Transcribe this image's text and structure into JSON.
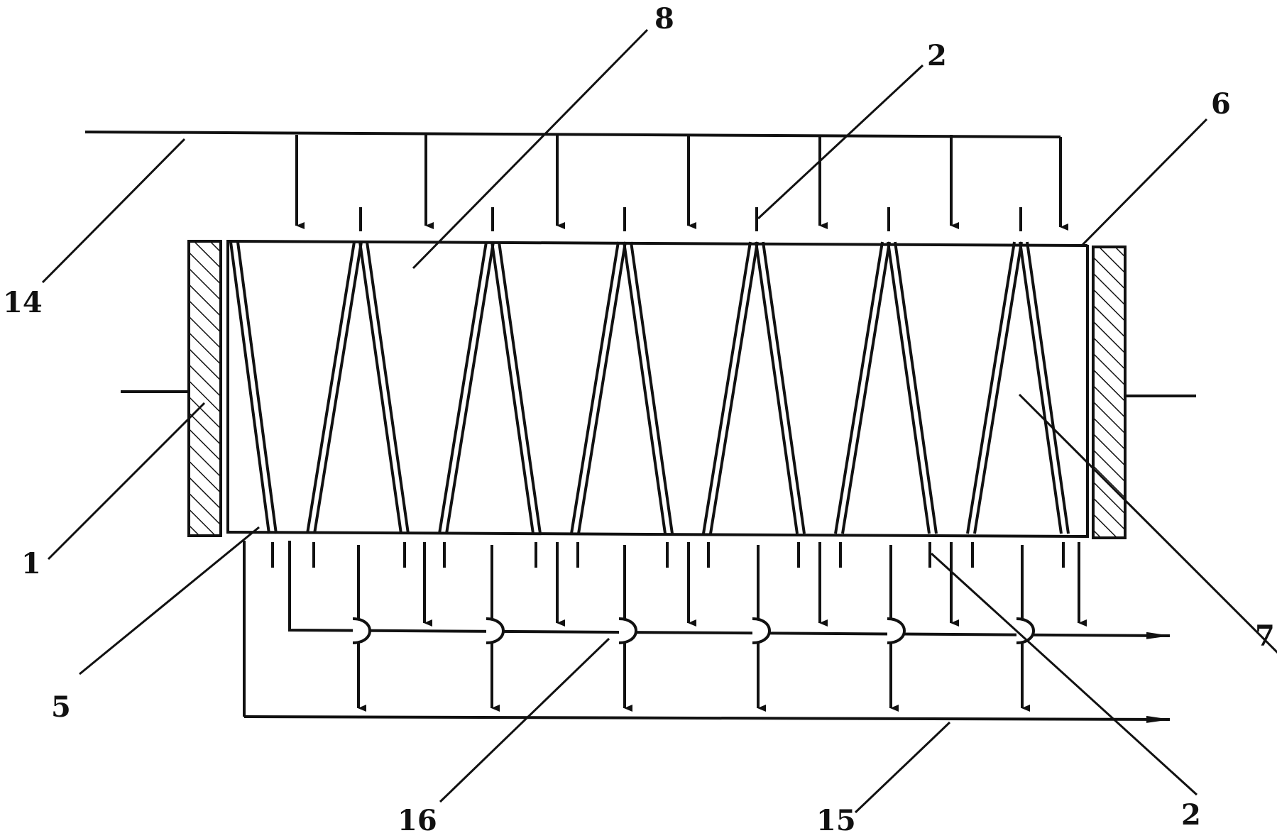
{
  "colors": {
    "ink": "#111111",
    "paper": "#ffffff"
  },
  "labels": {
    "label_8": "8",
    "label_2_top": "2",
    "label_6": "6",
    "label_14": "14",
    "label_1": "1",
    "label_7": "7",
    "label_5": "5",
    "label_16": "16",
    "label_15": "15",
    "label_2_bottom": "2"
  },
  "diagram": {
    "chamber_count": 7,
    "top_inlet_count": 7,
    "upper_outlet_count": 7,
    "lower_outlet_count": 6
  }
}
